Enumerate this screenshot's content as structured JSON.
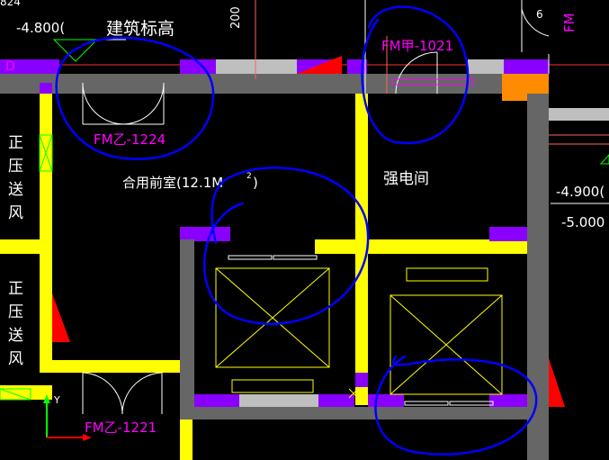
{
  "labels": {
    "elevation_top_value": "-4.800(",
    "building_elevation": "建筑标高",
    "dim_vertical_top": "200",
    "grid_axis": "D",
    "door_fm_a_1021": "FM甲-1021",
    "door_fm_b_1224": "FM乙-1224",
    "door_fm_b_1221": "FM乙-1221",
    "door_fm_top_right": "FM",
    "shared_lobby": "合用前室(12.1M",
    "lobby_area_sup": "2",
    "lobby_close_paren": ")",
    "strong_electric_room": "强电间",
    "elevation_right_1": "-4.900(",
    "elevation_right_2": "-5.000",
    "pressurized_vent_lines": [
      "正",
      "压",
      "送",
      "风"
    ],
    "axis_y": "Y",
    "top_left_partial": "824",
    "bottom_right_partial": "6"
  },
  "colors": {
    "background": "#000000",
    "wall_gray": "#666666",
    "wall_light": "#bfbfbf",
    "yellow": "#ffff00",
    "purple": "#8a00ff",
    "magenta_text": "#ff00ff",
    "red": "#ff0000",
    "orange": "#ff8c00",
    "blue_annotation": "#0000ff",
    "white": "#ffffff",
    "green": "#00ff00"
  }
}
